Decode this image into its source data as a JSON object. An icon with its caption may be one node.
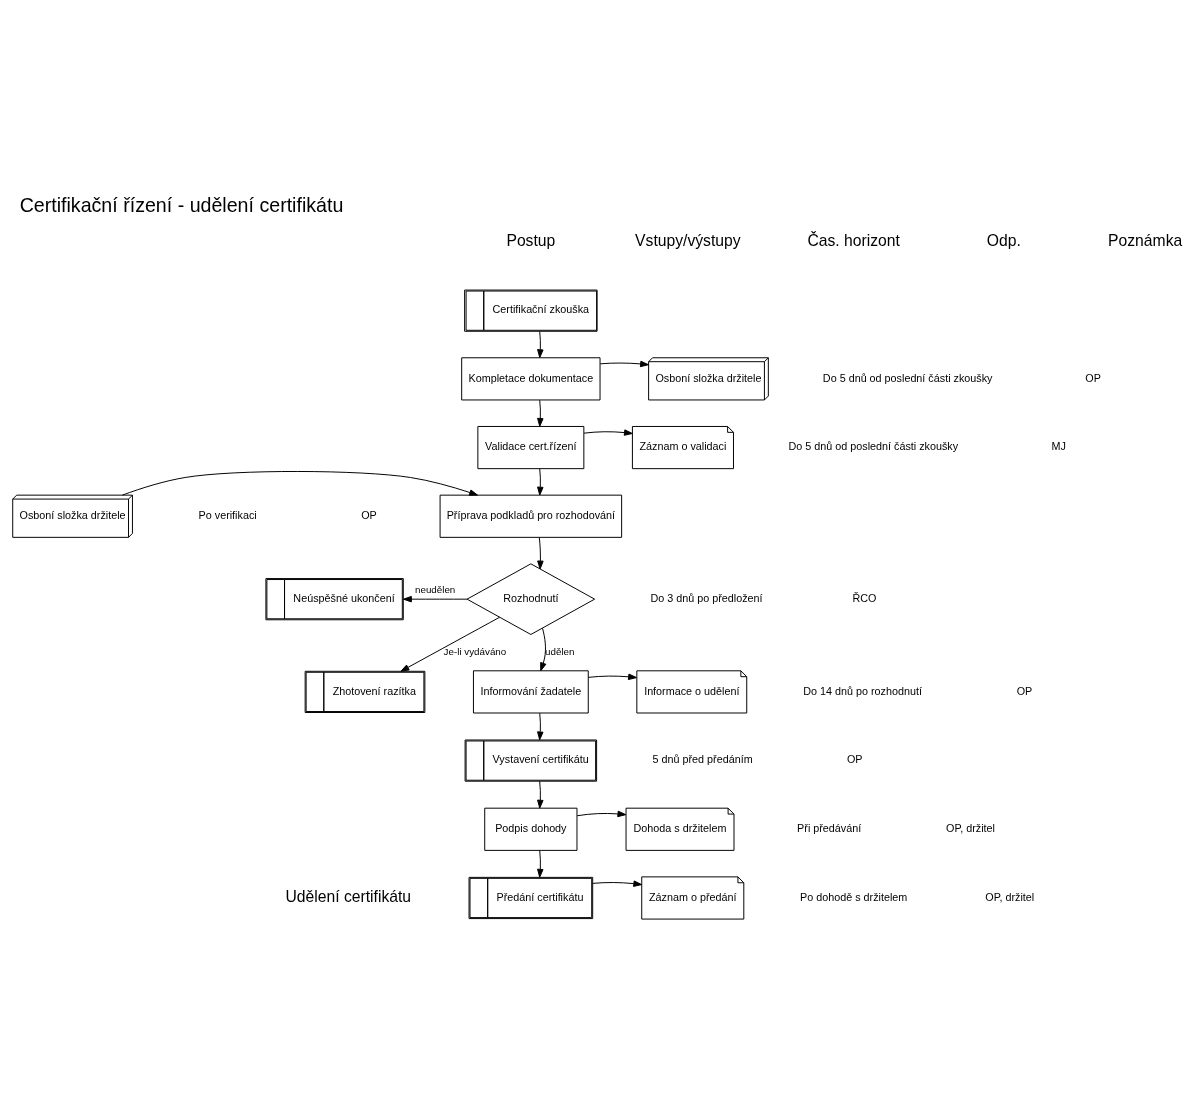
{
  "diagram": {
    "title": "Certifikační řízení - udělení certifikátu",
    "nodes": [
      {
        "text": [
          "Certifikační zkouška"
        ]
      },
      {
        "text": [
          "Kompletace dokumentace"
        ]
      },
      {
        "text": [
          "Osboní složka držitele"
        ]
      },
      {
        "text": [
          "Validace cert.řízení"
        ]
      },
      {
        "text": [
          "Záznam o validaci"
        ]
      },
      {
        "text": [
          "Příprava podkladů pro rozhodování"
        ]
      },
      {
        "text": [
          "Osboní složka držitele"
        ]
      },
      {
        "text": [
          "Rozhodnutí"
        ]
      },
      {
        "text": [
          "Neúspěšné ukončení"
        ]
      },
      {
        "text": [
          "Zhotovení razítka"
        ]
      },
      {
        "text": [
          "Informování žadatele"
        ]
      },
      {
        "text": [
          "Informace o udělení"
        ]
      },
      {
        "text": [
          "Vystavení certifikátu"
        ]
      },
      {
        "text": [
          "Podpis dohody"
        ]
      },
      {
        "text": [
          "Dohoda s držitelem"
        ]
      },
      {
        "text": [
          "Předání certifikátu"
        ]
      },
      {
        "text": [
          "Záznam o předání"
        ]
      }
    ],
    "edges": [
      {
        "from": 0,
        "to": 1,
        "arrow": "to"
      },
      {
        "from": 1,
        "to": 2,
        "arrow": "to"
      },
      {
        "from": 1,
        "to": 3,
        "arrow": "to"
      },
      {
        "from": 3,
        "to": 4,
        "arrow": "to"
      },
      {
        "from": 3,
        "to": 5,
        "arrow": "to"
      },
      {
        "from": 6,
        "to": 5,
        "arrow": "to"
      },
      {
        "from": 5,
        "to": 7,
        "arrow": "to"
      },
      {
        "from": 7,
        "to": 8,
        "arrow": "to",
        "label": "neudělen"
      },
      {
        "from": 7,
        "to": 10,
        "arrow": "to",
        "label": "udělen"
      },
      {
        "from": 7,
        "to": 9,
        "arrow": "to",
        "label": "Je-li vydáváno"
      },
      {
        "from": 10,
        "to": 11,
        "arrow": "to"
      },
      {
        "from": 10,
        "to": 12,
        "arrow": "to"
      },
      {
        "from": 12,
        "to": 13,
        "arrow": "to"
      },
      {
        "from": 13,
        "to": 14,
        "arrow": "to"
      },
      {
        "from": 13,
        "to": 15,
        "arrow": "to"
      },
      {
        "from": 15,
        "to": 16,
        "arrow": "to"
      }
    ],
    "labels": [
      "Postup",
      "Vstupy/výstupy",
      "Čas. horizont",
      "Odp.",
      "Poznámka",
      "Udělení certifikátu",
      "Do 5 dnů od poslední části zkoušky",
      "OP",
      "Do 5 dnů od poslední části zkoušky",
      "MJ",
      "Po verifikaci",
      "OP",
      "Do 3 dnů po předložení",
      "ŘCO",
      "Do 14 dnů po rozhodnutí",
      "OP",
      "5 dnů před předáním",
      "OP",
      "Při předávání",
      "OP, držitel",
      "Po dohodě s držitelem",
      "OP, držitel"
    ]
  }
}
